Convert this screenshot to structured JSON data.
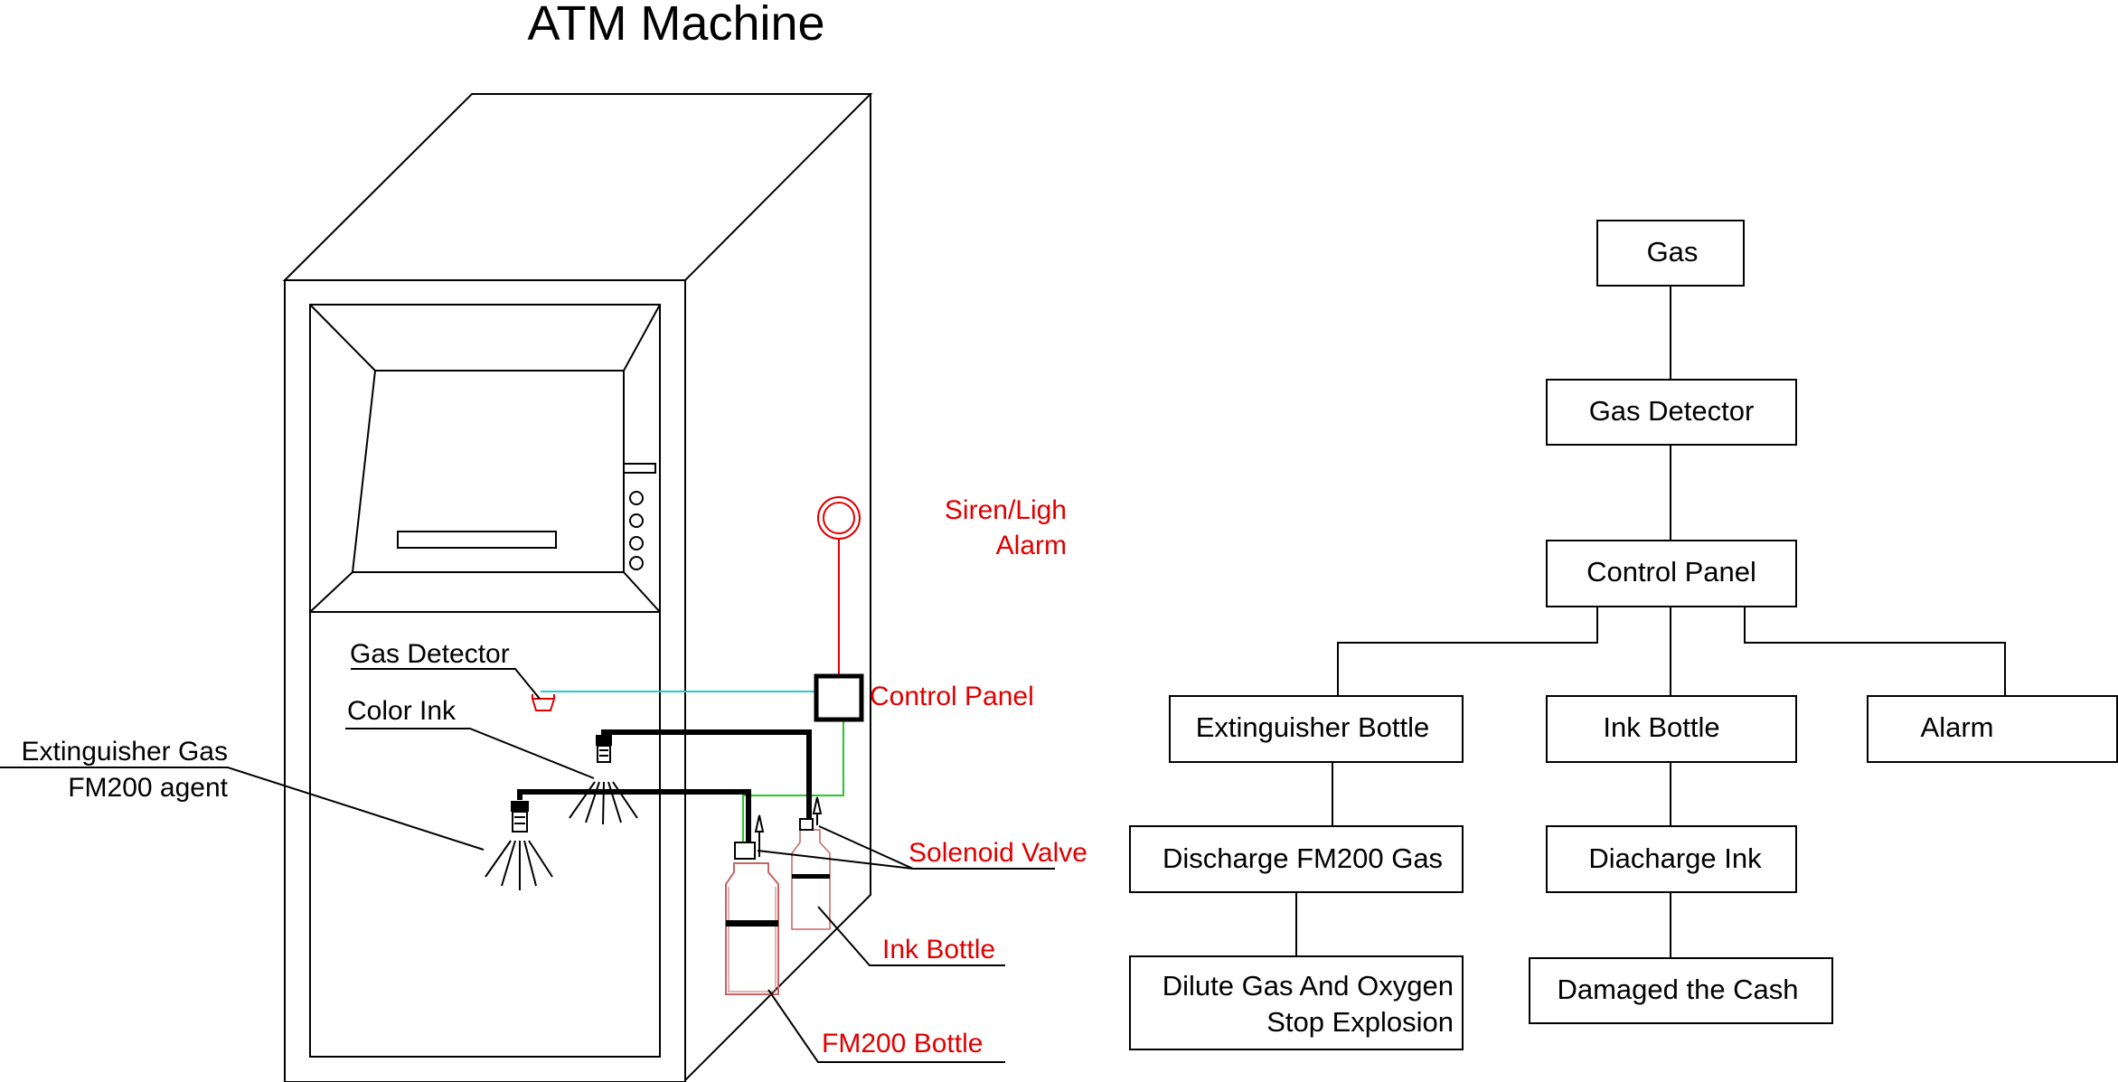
{
  "title": "ATM Machine",
  "colors": {
    "line": "#000000",
    "red": "#e00000",
    "green": "#22cc22",
    "cyan": "#22cccc",
    "bottle": "#c86464"
  },
  "atm_labels": {
    "gas_detector": "Gas Detector",
    "color_ink": "Color Ink",
    "extinguisher_line1": "Extinguisher Gas",
    "extinguisher_line2": "FM200 agent",
    "siren_line1": "Siren/Ligh",
    "siren_line2": "Alarm",
    "control_panel": "Control Panel",
    "solenoid_valve": "Solenoid Valve",
    "ink_bottle": "Ink Bottle",
    "fm200_bottle": "FM200 Bottle"
  },
  "flowchart": {
    "gas": "Gas",
    "gas_detector": "Gas Detector",
    "control_panel": "Control Panel",
    "extinguisher_bottle": "Extinguisher Bottle",
    "ink_bottle": "Ink Bottle",
    "alarm": "Alarm",
    "discharge_fm200": "Discharge FM200 Gas",
    "discharge_ink": "Diacharge Ink",
    "dilute_line1": "Dilute Gas And Oxygen",
    "dilute_line2": "Stop Explosion",
    "damaged_cash": "Damaged the Cash"
  }
}
